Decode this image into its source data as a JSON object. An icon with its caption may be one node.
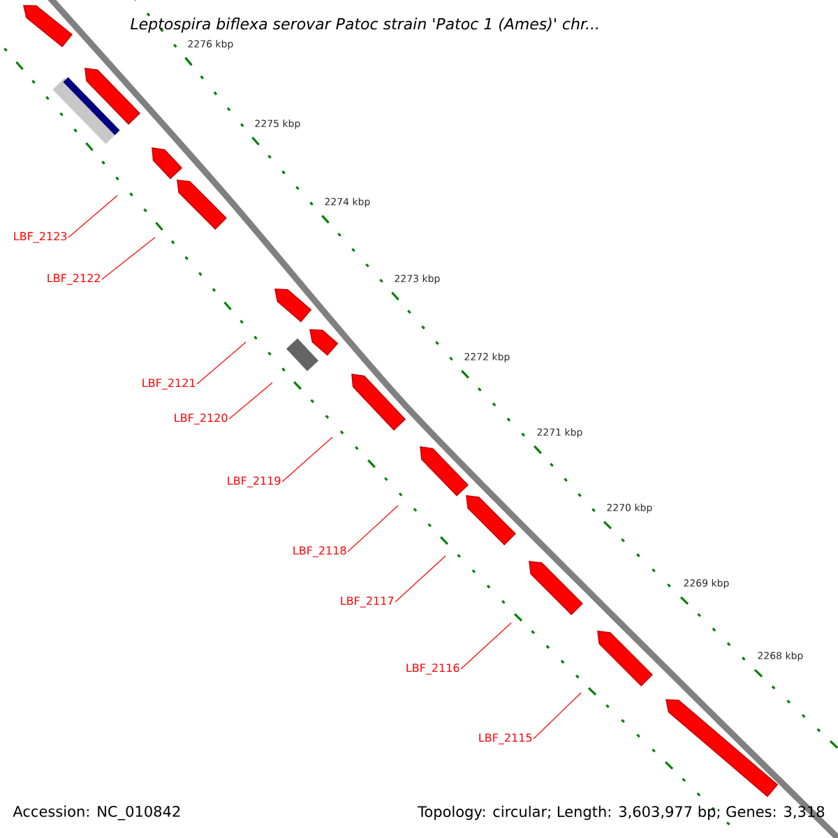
{
  "diagram": {
    "title": "Leptospira biflexa serovar Patoc strain 'Patoc 1 (Ames)' chr...",
    "nodes": [
      {
        "text": [
          "LBF_2123"
        ]
      },
      {
        "text": [
          "LBF_2122"
        ]
      },
      {
        "text": [
          "LBF_2121"
        ]
      },
      {
        "text": [
          "LBF_2120"
        ]
      },
      {
        "text": [
          "LBF_2119"
        ]
      },
      {
        "text": [
          "LBF_2118"
        ]
      },
      {
        "text": [
          "LBF_2117"
        ]
      },
      {
        "text": [
          "LBF_2116"
        ]
      },
      {
        "text": [
          "LBF_2115"
        ]
      }
    ],
    "edges": [
      {
        "from": 0,
        "to": null,
        "arrow": "none"
      },
      {
        "from": 1,
        "to": null,
        "arrow": "none"
      },
      {
        "from": 2,
        "to": null,
        "arrow": "none"
      },
      {
        "from": 3,
        "to": null,
        "arrow": "none"
      },
      {
        "from": 4,
        "to": null,
        "arrow": "none"
      },
      {
        "from": 5,
        "to": null,
        "arrow": "none"
      },
      {
        "from": 6,
        "to": null,
        "arrow": "none"
      },
      {
        "from": 7,
        "to": null,
        "arrow": "none"
      },
      {
        "from": 8,
        "to": null,
        "arrow": "none"
      }
    ],
    "labels": [
      "2276 kbp",
      "2275 kbp",
      "2274 kbp",
      "2273 kbp",
      "2272 kbp",
      "2271 kbp",
      "2270 kbp",
      "2269 kbp",
      "2268 kbp",
      "Accession: NC_010842",
      "Topology: circular; Length: 3,603,977 bp; Genes: 3,318"
    ]
  }
}
